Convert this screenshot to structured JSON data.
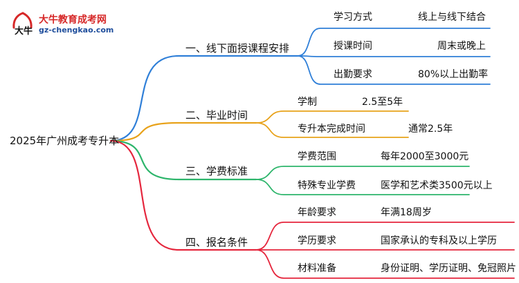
{
  "logo": {
    "title": "大牛教育成考网",
    "url": "gz-chengkao.com",
    "mark_text": "大牛"
  },
  "colors": {
    "blue": "#2f7fd8",
    "orange": "#e8a21a",
    "green": "#2db56b",
    "red": "#e5263d",
    "brand": "#d62828"
  },
  "root": {
    "label": "2025年广州成考专升本"
  },
  "branches": [
    {
      "label": "一、线下面授课程安排",
      "color_key": "blue",
      "items": [
        {
          "label": "学习方式",
          "value": "线上与线下结合"
        },
        {
          "label": "授课时间",
          "value": "周末或晚上"
        },
        {
          "label": "出勤要求",
          "value": "80%以上出勤率"
        }
      ]
    },
    {
      "label": "二、毕业时间",
      "color_key": "orange",
      "items": [
        {
          "label": "学制",
          "value": "2.5至5年"
        },
        {
          "label": "专升本完成时间",
          "value": "通常2.5年"
        }
      ]
    },
    {
      "label": "三、学费标准",
      "color_key": "green",
      "items": [
        {
          "label": "学费范围",
          "value": "每年2000至3000元"
        },
        {
          "label": "特殊专业学费",
          "value": "医学和艺术类3500元以上"
        }
      ]
    },
    {
      "label": "四、报名条件",
      "color_key": "red",
      "items": [
        {
          "label": "年龄要求",
          "value": "年满18周岁"
        },
        {
          "label": "学历要求",
          "value": "国家承认的专科及以上学历"
        },
        {
          "label": "材料准备",
          "value": "身份证明、学历证明、免冠照片"
        }
      ]
    }
  ]
}
